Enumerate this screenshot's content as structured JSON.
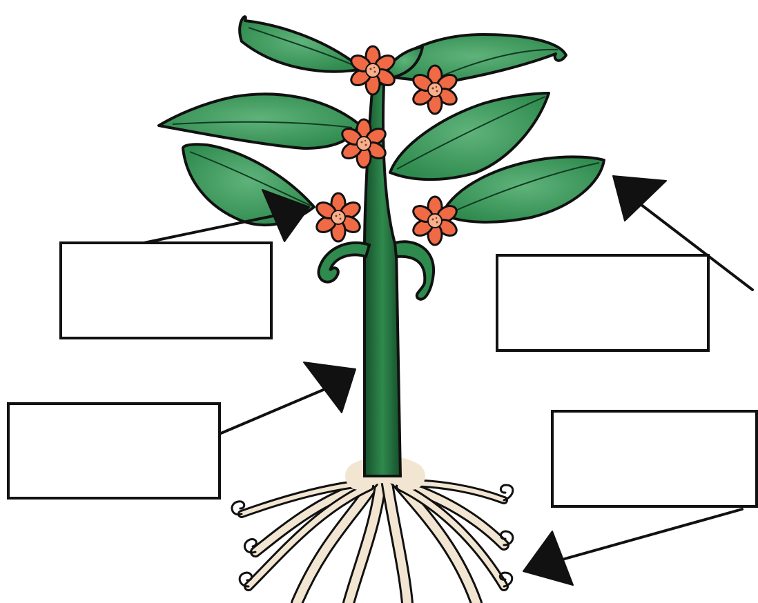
{
  "colors": {
    "leaf": "#2f8a4e",
    "leaf_highlight": "#5fb37a",
    "stem": "#1f6b3a",
    "flower": "#ef6a45",
    "flower_center": "#f7b08e",
    "root": "#f2e6d2",
    "outline": "#111111",
    "box_fill": "#ffffff"
  },
  "label_boxes": [
    {
      "name": "flower-label-box",
      "text": ""
    },
    {
      "name": "leaf-label-box",
      "text": ""
    },
    {
      "name": "stem-label-box",
      "text": ""
    },
    {
      "name": "root-label-box",
      "text": ""
    }
  ],
  "icons": [
    "leaf-icon",
    "flower-icon",
    "stem-icon",
    "root-icon",
    "arrow-icon"
  ]
}
